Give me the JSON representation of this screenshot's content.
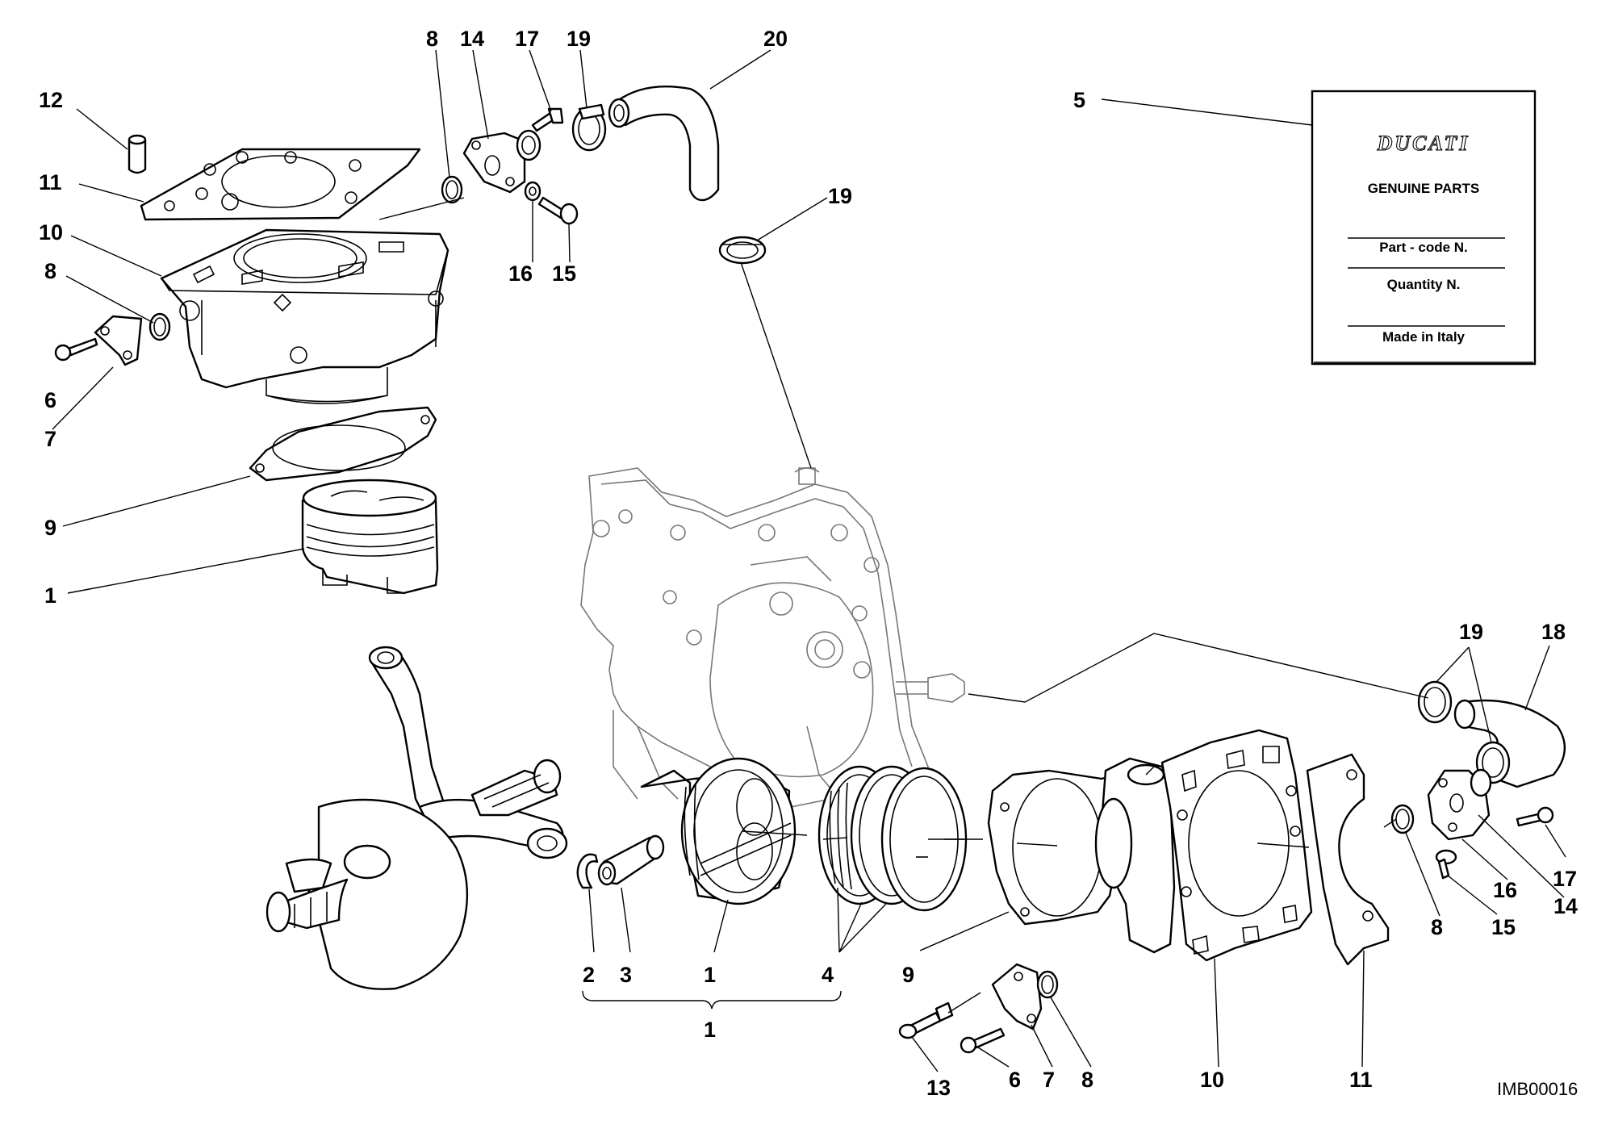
{
  "callouts": {
    "top_8": "8",
    "top_14": "14",
    "top_17": "17",
    "top_19a": "19",
    "top_20": "20",
    "top_12": "12",
    "top_11": "11",
    "top_10": "10",
    "top_8b": "8",
    "top_6": "6",
    "top_7": "7",
    "top_9": "9",
    "top_1": "1",
    "top_16": "16",
    "top_15": "15",
    "top_19b": "19",
    "top_5": "5",
    "bot_2": "2",
    "bot_3": "3",
    "bot_1": "1",
    "bot_4": "4",
    "bot_1b": "1",
    "bot_9": "9",
    "bot_13": "13",
    "bot_6": "6",
    "bot_7": "7",
    "bot_8": "8",
    "bot_10": "10",
    "bot_11": "11",
    "bot_19": "19",
    "bot_18": "18",
    "bot_17": "17",
    "bot_16": "16",
    "bot_14": "14",
    "bot_8b": "8",
    "bot_15": "15"
  },
  "label_card": {
    "brand": "DUCATI",
    "genuine": "GENUINE PARTS",
    "part_code": "Part - code N.",
    "quantity": "Quantity N.",
    "made_in": "Made in Italy"
  },
  "figure_code": "IMB00016"
}
